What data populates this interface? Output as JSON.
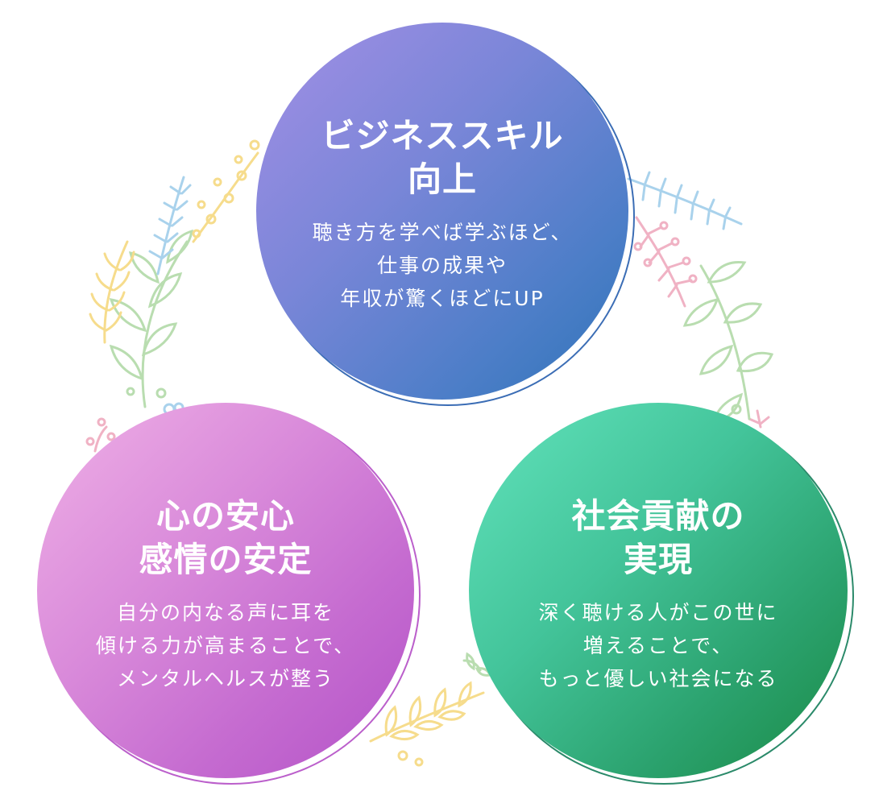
{
  "circles": {
    "top": {
      "title": [
        "ビジネススキル",
        "向上"
      ],
      "body": [
        "聴き方を学べば学ぶほど、",
        "仕事の成果や",
        "年収が驚くほどにUP"
      ],
      "colors": {
        "from": "#a38fe5",
        "to": "#2f74b8"
      }
    },
    "left": {
      "title": [
        "心の安心",
        "感情の安定"
      ],
      "body": [
        "自分の内なる声に耳を",
        "傾ける力が高まることで、",
        "メンタルヘルスが整う"
      ],
      "colors": {
        "from": "#efb0e6",
        "to": "#b352c7"
      }
    },
    "right": {
      "title": [
        "社会貢献の",
        "実現"
      ],
      "body": [
        "深く聴ける人がこの世に",
        "増えることで、",
        "もっと優しい社会になる"
      ],
      "colors": {
        "from": "#62e3bc",
        "to": "#1a8a45"
      }
    }
  },
  "decor": {
    "leaf_colors": [
      "#b9ddb0",
      "#f6dc8c",
      "#a9d2ec",
      "#f0b2c4"
    ]
  }
}
